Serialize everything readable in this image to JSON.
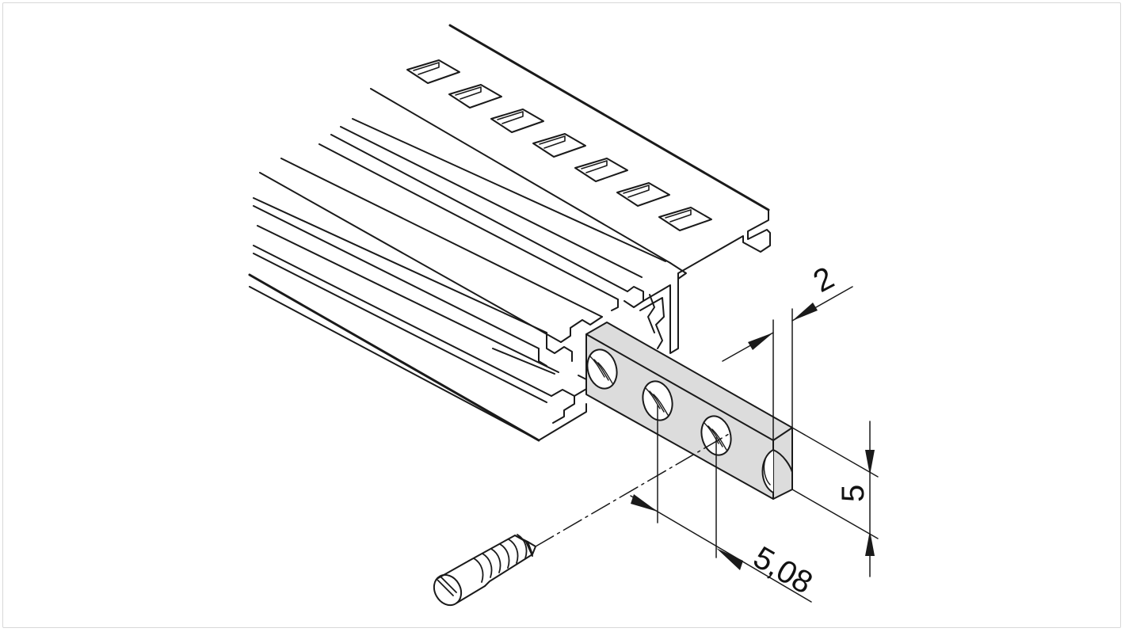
{
  "dimensions": {
    "thickness": "2",
    "height": "5",
    "pitch": "5,08"
  },
  "colors": {
    "line": "#1a1a1a",
    "strip_fill": "#dcdcdc",
    "background": "#ffffff"
  },
  "parts": {
    "rail": "slotted-profile-rail",
    "strip": "threaded-insert-strip",
    "screw": "slotted-screw"
  }
}
